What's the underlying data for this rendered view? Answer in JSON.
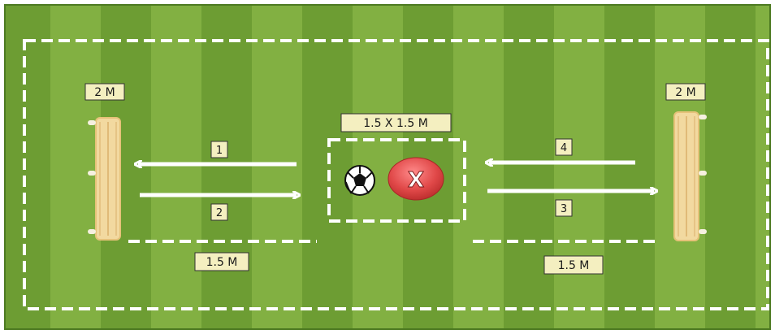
{
  "labels": {
    "left_bench_size": "2 M",
    "right_bench_size": "2 M",
    "center_box_size": "1.5 X 1.5 M",
    "left_line_distance": "1.5 M",
    "right_line_distance": "1.5 M",
    "arrow_1": "1",
    "arrow_2": "2",
    "arrow_3": "3",
    "arrow_4": "4",
    "marker": "X"
  },
  "colors": {
    "grass_dark": "#5f8f2a",
    "grass_light": "#79a93a",
    "line_white": "#ffffff",
    "label_bg": "#f4efc0",
    "bench": "#f2d9a0",
    "marker_red": "#e04848"
  },
  "icons": {
    "ball": "soccer-ball-icon",
    "marker": "x-marker-icon"
  }
}
